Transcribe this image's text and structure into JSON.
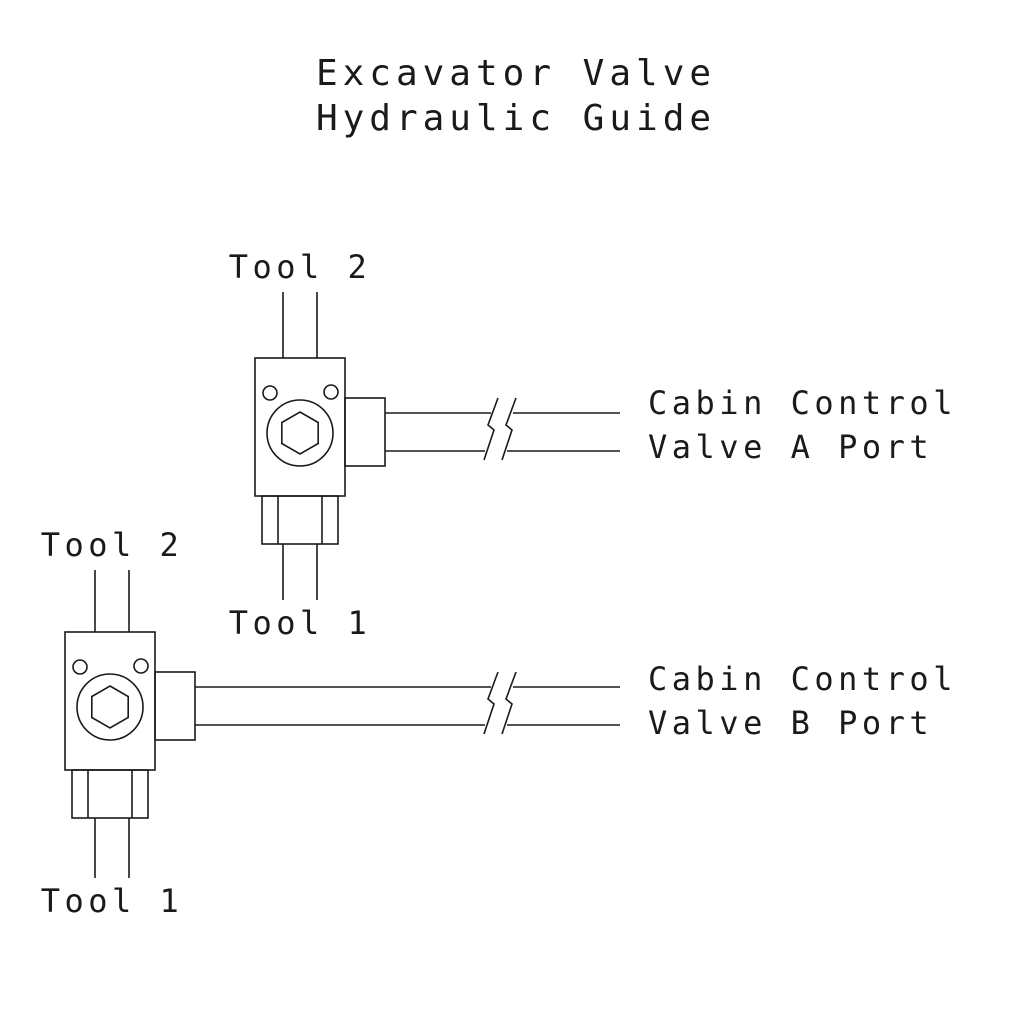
{
  "title": {
    "line1": "Excavator Valve",
    "line2": "Hydraulic Guide"
  },
  "valve_a": {
    "tool2_label": "Tool 2",
    "tool1_label": "Tool 1",
    "port_label_line1": "Cabin Control",
    "port_label_line2": "Valve A Port"
  },
  "valve_b": {
    "tool2_label": "Tool 2",
    "tool1_label": "Tool 1",
    "port_label_line1": "Cabin Control",
    "port_label_line2": "Valve B Port"
  },
  "colors": {
    "line": "#1a1a1a",
    "text": "#1a1a1a",
    "background": "#ffffff"
  }
}
